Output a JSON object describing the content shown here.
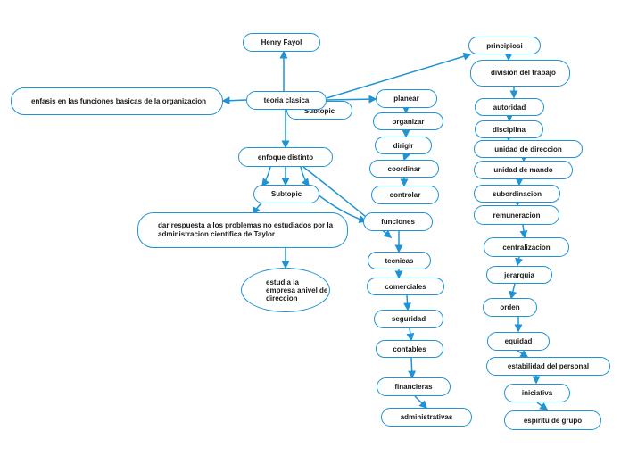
{
  "colors": {
    "line": "#1f93d4",
    "border": "#1f93d4",
    "text": "#1a1a1a"
  },
  "nodes": {
    "henry_fayol": "Henry Fayol",
    "teoria_clasica": "teoria clasica",
    "subtopic_hidden": "Subtopic",
    "enfasis": "enfasis en las funciones basicas de la organizacion",
    "enfoque_distinto": "enfoque distinto",
    "subtopic": "Subtopic",
    "dar_respuesta": "dar respuesta a los problemas no estudiados por la administracion cientifica de Taylor",
    "estudia_empresa": "estudia la empresa anivel de direccion",
    "planear": "planear",
    "organizar": "organizar",
    "dirigir": "dirigir",
    "coordinar": "coordinar",
    "controlar": "controlar",
    "funciones": "funciones",
    "tecnicas": "tecnicas",
    "comerciales": "comerciales",
    "seguridad": "seguridad",
    "contables": "contables",
    "financieras": "financieras",
    "administrativas": "administrativas",
    "principiosi": "principiosi",
    "division_trabajo": "division del trabajo",
    "autoridad": "autoridad",
    "disciplina": "disciplina",
    "unidad_direccion": "unidad de direccion",
    "unidad_mando": "unidad de mando",
    "subordinacion": "subordinacion",
    "remuneracion": "remuneracion",
    "centralizacion": "centralizacion",
    "jerarquia": "jerarquia",
    "orden": "orden",
    "equidad": "equidad",
    "estabilidad": "estabilidad del personal",
    "iniciativa": "iniciativa",
    "espiritu_grupo": "espiritu de grupo"
  }
}
